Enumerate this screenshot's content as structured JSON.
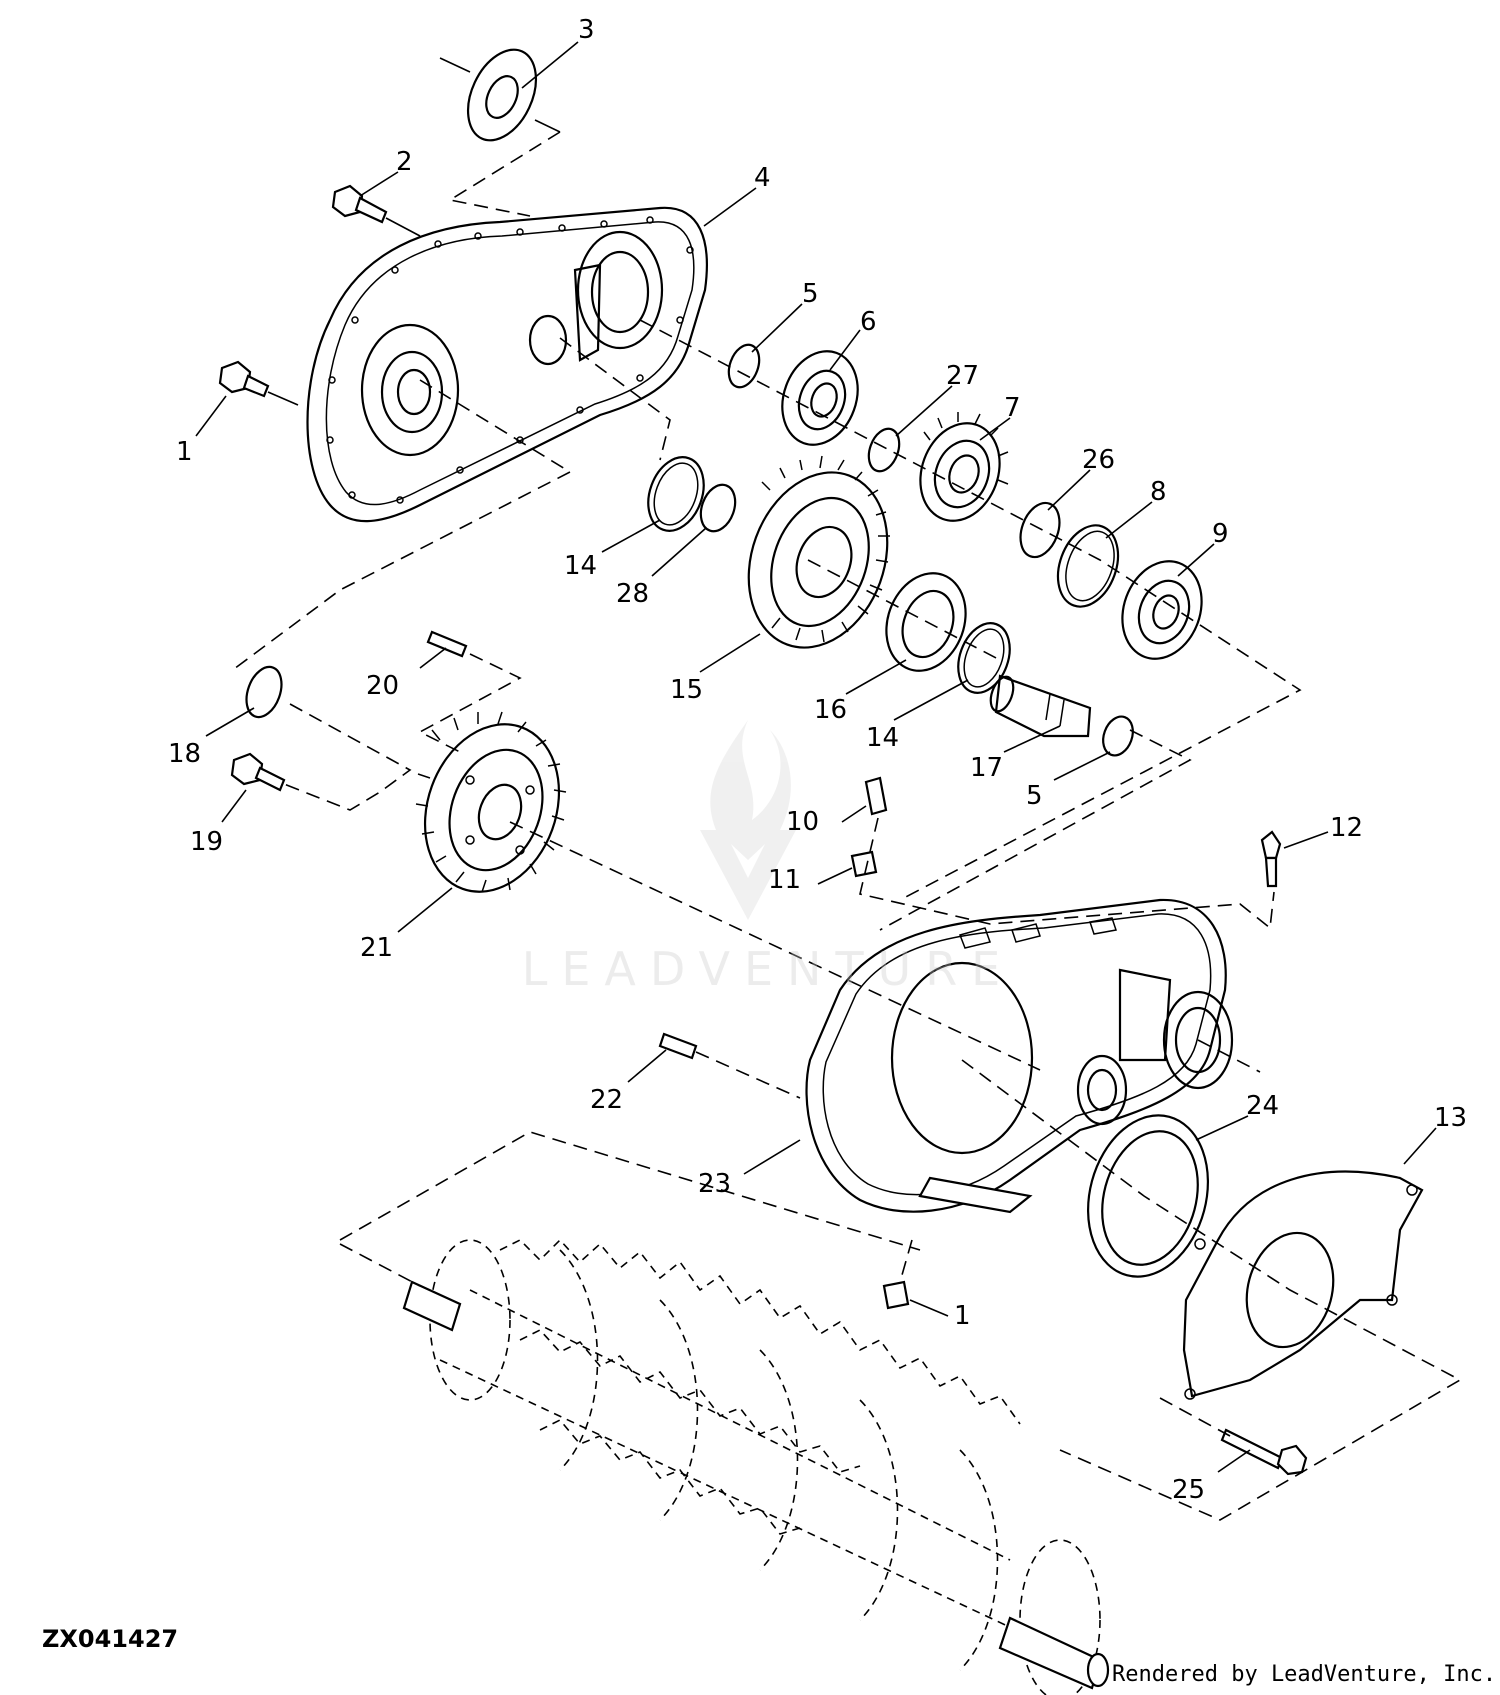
{
  "figure": {
    "id": "ZX041427",
    "credit": "Rendered by LeadVenture, Inc.",
    "watermark": "LEADVENTURE"
  },
  "callouts": [
    {
      "num": "1"
    },
    {
      "num": "2"
    },
    {
      "num": "3"
    },
    {
      "num": "4"
    },
    {
      "num": "5"
    },
    {
      "num": "6"
    },
    {
      "num": "27"
    },
    {
      "num": "7"
    },
    {
      "num": "26"
    },
    {
      "num": "8"
    },
    {
      "num": "9"
    },
    {
      "num": "14"
    },
    {
      "num": "28"
    },
    {
      "num": "15"
    },
    {
      "num": "16"
    },
    {
      "num": "14"
    },
    {
      "num": "17"
    },
    {
      "num": "5"
    },
    {
      "num": "20"
    },
    {
      "num": "18"
    },
    {
      "num": "19"
    },
    {
      "num": "21"
    },
    {
      "num": "10"
    },
    {
      "num": "11"
    },
    {
      "num": "12"
    },
    {
      "num": "22"
    },
    {
      "num": "23"
    },
    {
      "num": "24"
    },
    {
      "num": "13"
    },
    {
      "num": "1"
    },
    {
      "num": "25"
    }
  ]
}
